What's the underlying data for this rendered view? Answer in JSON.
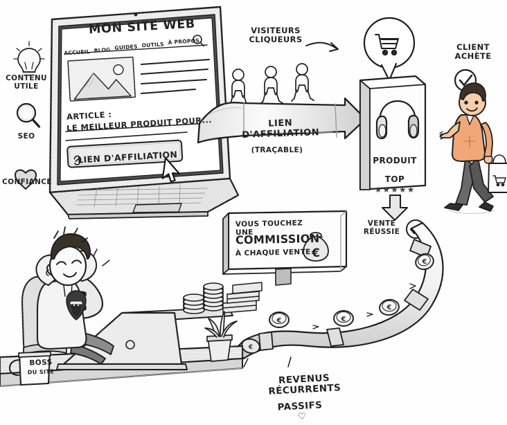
{
  "scene": {
    "title": "Schéma du marketing d'affiliation",
    "background_color": "#fefefe",
    "ink_color": "#1b1b1b",
    "accent_color": "#e8a178"
  },
  "sidebar": {
    "items": [
      {
        "icon": "lightbulb-icon",
        "label": "CONTENU\nUTILE"
      },
      {
        "icon": "magnifier-icon",
        "label": "SEO"
      },
      {
        "icon": "heart-icon",
        "label": "CONFIANCE"
      }
    ]
  },
  "laptop": {
    "site_title": "MON SITE WEB",
    "nav": [
      {
        "label": "ACCUEIL"
      },
      {
        "label": "BLOG"
      },
      {
        "label": "GUIDES"
      },
      {
        "label": "OUTILS"
      },
      {
        "label": "À PROPOS"
      }
    ],
    "search_icon": "search-icon",
    "article": {
      "line1": "ARTICLE :",
      "line2": "LE MEILLEUR PRODUIT POUR..."
    },
    "cta_button": {
      "icon": "link-chain-icon",
      "label": "LIEN D'AFFILIATION"
    },
    "cursor_icon": "mouse-cursor-icon"
  },
  "flow": {
    "visitors_label": "VISITEURS\nCLIQUEURS",
    "visitor_figures": 3,
    "cart_bubble_icon": "shopping-cart-icon",
    "arrow_label": "LIEN D'AFFILIATION",
    "arrow_sublabel": "(TRAÇABLE)"
  },
  "product": {
    "icon": "headphones-icon",
    "name_line1": "PRODUIT",
    "name_line2": "TOP",
    "stars": 5,
    "star_glyph": "★"
  },
  "client": {
    "label": "CLIENT\nACHÈTE",
    "check_icon": "check-circle-icon",
    "bag_icon": "shopping-bag-icon",
    "shirt_color": "#f0a878"
  },
  "sale": {
    "label": "VENTE\nRÉUSSIE",
    "check_icon": "check-circle-icon",
    "down_arrow_icon": "down-arrow-icon"
  },
  "commission_sign": {
    "line1": "VOUS TOUCHEZ UNE",
    "line2": "COMMISSION",
    "line3": "À CHAQUE VENTE",
    "money_bag_icon": "money-bag-icon",
    "money_bag_symbol": "€"
  },
  "conveyor": {
    "coin_symbol": "€",
    "coin_count": 4
  },
  "desk": {
    "person_icon": "relaxed-person-icon",
    "money_bag_symbol": "€",
    "coin_stacks_icon": "coin-stacks-icon",
    "cash_icon": "banknotes-icon",
    "laptop_icon": "laptop-icon",
    "plant_icon": "potted-plant-icon",
    "mug": {
      "line1": "BOSS",
      "line2": "DU SITE"
    }
  },
  "caption": {
    "line1": "REVENUS RÉCURRENTS",
    "line2": "PASSIFS",
    "heart_glyph": "♡"
  }
}
